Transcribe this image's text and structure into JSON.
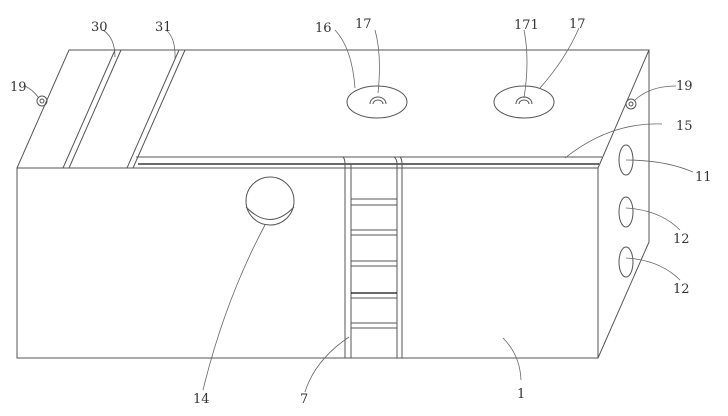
{
  "labels": {
    "l30": "30",
    "l31": "31",
    "l16": "16",
    "l17a": "17",
    "l171": "171",
    "l17b": "17",
    "l19a": "19",
    "l19b": "19",
    "l15": "15",
    "l11": "11",
    "l12a": "12",
    "l12b": "12",
    "l14": "14",
    "l7": "7",
    "l1": "1"
  }
}
